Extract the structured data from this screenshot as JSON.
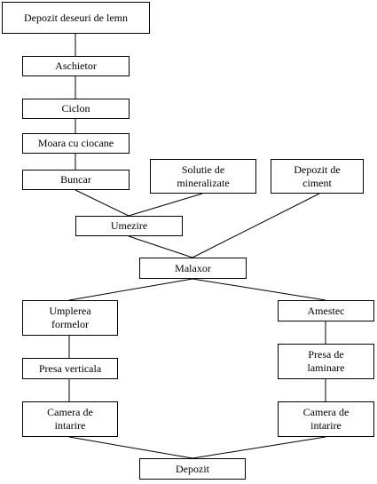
{
  "nodes": {
    "depozit_deseuri": "Depozit deseuri de lemn",
    "aschietor": "Aschietor",
    "ciclon": "Ciclon",
    "moara": "Moara cu ciocane",
    "buncar": "Buncar",
    "solutie": "Solutie de\nmineralizate",
    "depozit_ciment": "Depozit de\nciment",
    "umezire": "Umezire",
    "malaxor": "Malaxor",
    "umplerea": "Umplerea\nformelor",
    "amestec": "Amestec",
    "presa_verticala": "Presa verticala",
    "presa_laminare": "Presa de\nlaminare",
    "camera_stanga": "Camera de\nintarire",
    "camera_dreapta": "Camera de\nintarire",
    "depozit": "Depozit"
  }
}
